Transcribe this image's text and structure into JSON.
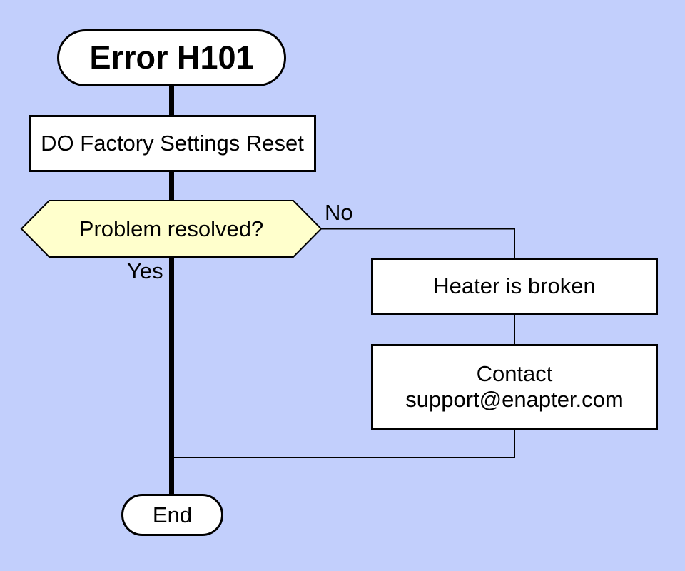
{
  "diagram": {
    "colors": {
      "background": "#c2cffc",
      "node_fill": "#ffffff",
      "decision_fill": "#ffffcc",
      "stroke": "#000000",
      "text": "#000000"
    },
    "nodes": {
      "start": {
        "label": "Error H101"
      },
      "process": {
        "label": "DO Factory Settings Reset"
      },
      "decision": {
        "label": "Problem resolved?"
      },
      "heater": {
        "label": "Heater is broken"
      },
      "contact": {
        "label": "Contact\nsupport@enapter.com"
      },
      "end": {
        "label": "End"
      }
    },
    "edge_labels": {
      "no": "No",
      "yes": "Yes"
    }
  }
}
